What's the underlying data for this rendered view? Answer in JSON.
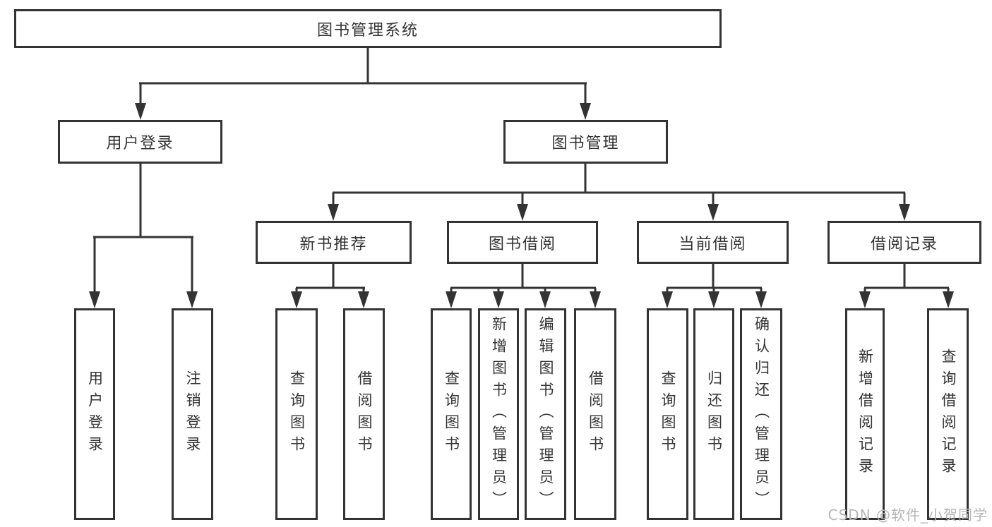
{
  "diagram_title": "图书管理系统",
  "nodes": {
    "root": {
      "label": "图书管理系统"
    },
    "user_login": {
      "label": "用户登录"
    },
    "book_mgmt": {
      "label": "图书管理"
    },
    "new_book_rec": {
      "label": "新书推荐"
    },
    "book_borrow": {
      "label": "图书借阅"
    },
    "current_borrow": {
      "label": "当前借阅"
    },
    "borrow_records": {
      "label": "借阅记录"
    },
    "leaf_user_login": {
      "label": "用户登录"
    },
    "leaf_logout": {
      "label": "注销登录"
    },
    "leaf_query_book_rec": {
      "label": "查询图书"
    },
    "leaf_borrow_book_rec": {
      "label": "借阅图书"
    },
    "leaf_query_book_borrow": {
      "label": "查询图书"
    },
    "leaf_add_book": {
      "label": "新增图书（管理员）"
    },
    "leaf_edit_book": {
      "label": "编辑图书（管理员）"
    },
    "leaf_borrow_book_borrow": {
      "label": "借阅图书"
    },
    "leaf_query_book_current": {
      "label": "查询图书"
    },
    "leaf_return_book": {
      "label": "归还图书"
    },
    "leaf_confirm_return": {
      "label": "确认归还（管理员）"
    },
    "leaf_add_borrow_record": {
      "label": "新增借阅记录"
    },
    "leaf_query_borrow_record": {
      "label": "查询借阅记录"
    }
  },
  "watermark": {
    "text": "CSDN @软件_小贺同学"
  },
  "colors": {
    "line": "#333333",
    "border": "#333333",
    "text": "#333333",
    "watermark": "#b5b5b5",
    "background": "#ffffff"
  }
}
